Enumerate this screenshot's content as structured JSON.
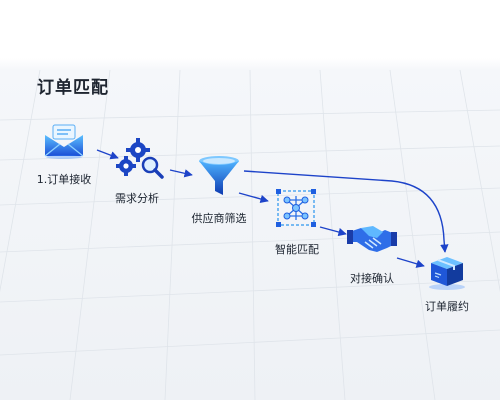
{
  "diagram": {
    "title": "订单匹配",
    "steps": [
      {
        "id": "receive",
        "label": "1.订单接收",
        "icon": "mail-inbox-icon"
      },
      {
        "id": "analysis",
        "label": "需求分析",
        "icon": "gears-magnifier-icon"
      },
      {
        "id": "screen",
        "label": "供应商筛选",
        "icon": "funnel-icon"
      },
      {
        "id": "match",
        "label": "智能匹配",
        "icon": "network-grid-icon"
      },
      {
        "id": "confirm",
        "label": "对接确认",
        "icon": "handshake-icon"
      },
      {
        "id": "fulfil",
        "label": "订单履约",
        "icon": "package-box-icon"
      }
    ],
    "colors": {
      "primary": "#1f5fe0",
      "dark": "#0b2f9a",
      "light": "#4fb0ff",
      "arrow": "#1d43c9",
      "text": "#1c2430"
    }
  }
}
